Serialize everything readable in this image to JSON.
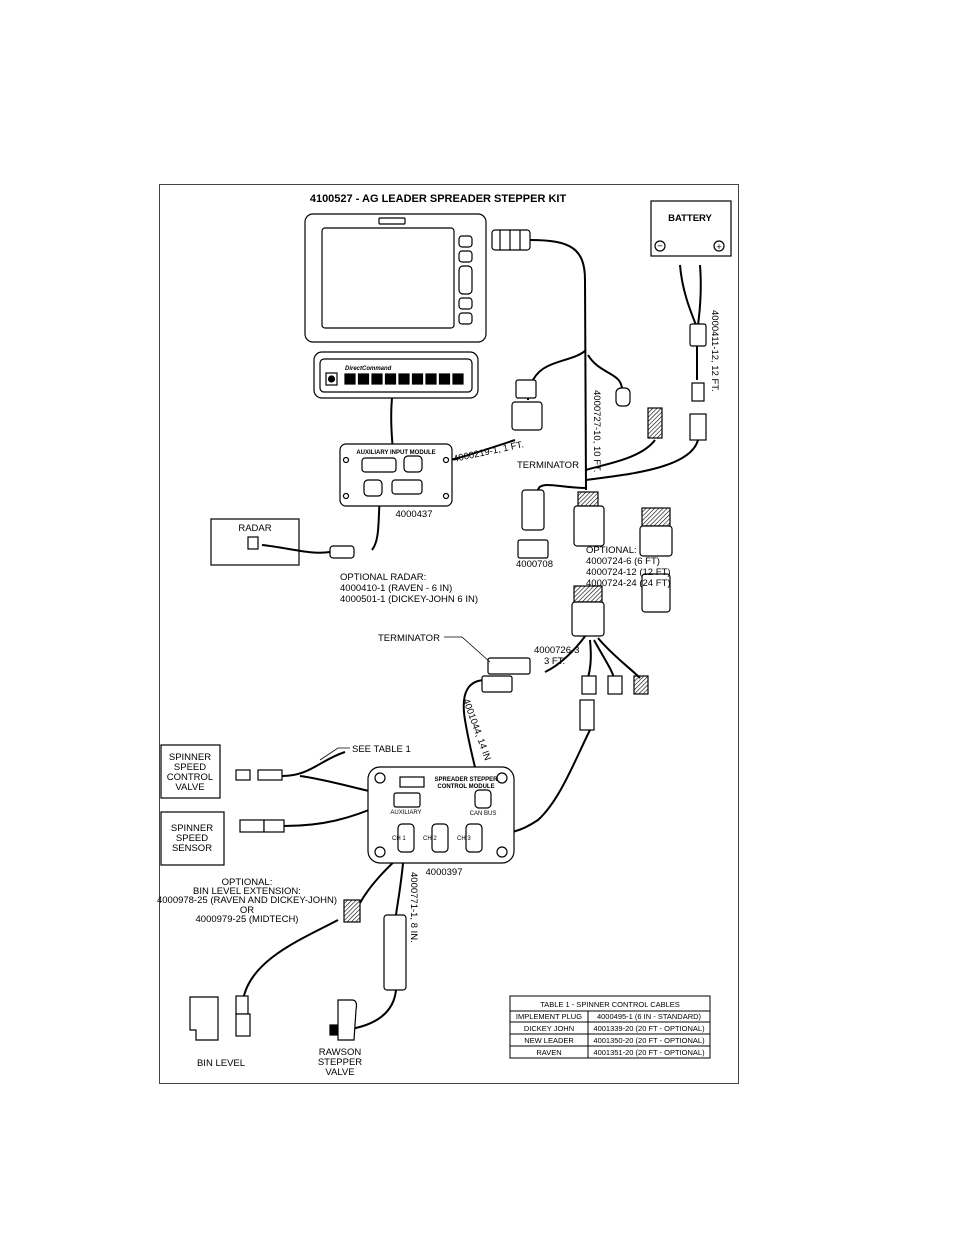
{
  "title": "4100527 - AG LEADER SPREADER STEPPER KIT",
  "battery": {
    "label": "BATTERY",
    "neg": "⊖",
    "pos": "⊕"
  },
  "display": {
    "direct_command_label": "DirectCommand"
  },
  "aux_module": {
    "header": "AUXILIARY INPUT MODULE",
    "part": "4000437"
  },
  "cables": {
    "c4000219": "4000219-1, 1 FT.",
    "c4000727": "4000727-10, 10 FT.",
    "c4000411": "4000411-12, 12 FT.",
    "c4000726": [
      "4000726-3",
      "3 FT."
    ],
    "c4001044": "4001044, 14 IN",
    "c4000771": "4000771-1, 8 IN.",
    "see_table": "SEE TABLE 1"
  },
  "terminator_top": "TERMINATOR",
  "terminator_mid": "TERMINATOR",
  "radar": {
    "label": "RADAR",
    "optional": [
      "OPTIONAL RADAR:",
      "4000410-1 (RAVEN - 6 IN)",
      "4000501-1 (DICKEY-JOHN 6 IN)"
    ]
  },
  "part_4000708": "4000708",
  "optional_ext": [
    "OPTIONAL:",
    "4000724-6 (6 FT)",
    "4000724-12 (12 FT)",
    "4000724-24 (24 FT)"
  ],
  "spinner_valve": [
    "SPINNER",
    "SPEED",
    "CONTROL",
    "VALVE"
  ],
  "spinner_sensor": [
    "SPINNER",
    "SPEED",
    "SENSOR"
  ],
  "control_module": {
    "header": [
      "SPREADER STEPPER",
      "CONTROL MODULE"
    ],
    "aux": "AUXILIARY",
    "can": "CAN BUS",
    "ch1": "CH 1",
    "ch2": "CH 2",
    "ch3": "CH 3",
    "part": "4000397"
  },
  "bin_optional": [
    "OPTIONAL:",
    "BIN LEVEL EXTENSION:",
    "4000978-25 (RAVEN AND DICKEY-JOHN)",
    "OR",
    "4000979-25 (MIDTECH)"
  ],
  "bin_level": "BIN LEVEL",
  "rawson": [
    "RAWSON",
    "STEPPER",
    "VALVE"
  ],
  "table1": {
    "title": "TABLE 1 - SPINNER CONTROL CABLES",
    "rows": [
      [
        "IMPLEMENT PLUG",
        "4000495-1 (6 IN - STANDARD)"
      ],
      [
        "DICKEY JOHN",
        "4001339-20 (20 FT - OPTIONAL)"
      ],
      [
        "NEW LEADER",
        "4001350-20 (20 FT - OPTIONAL)"
      ],
      [
        "RAVEN",
        "4001351-20 (20 FT - OPTIONAL)"
      ]
    ]
  }
}
